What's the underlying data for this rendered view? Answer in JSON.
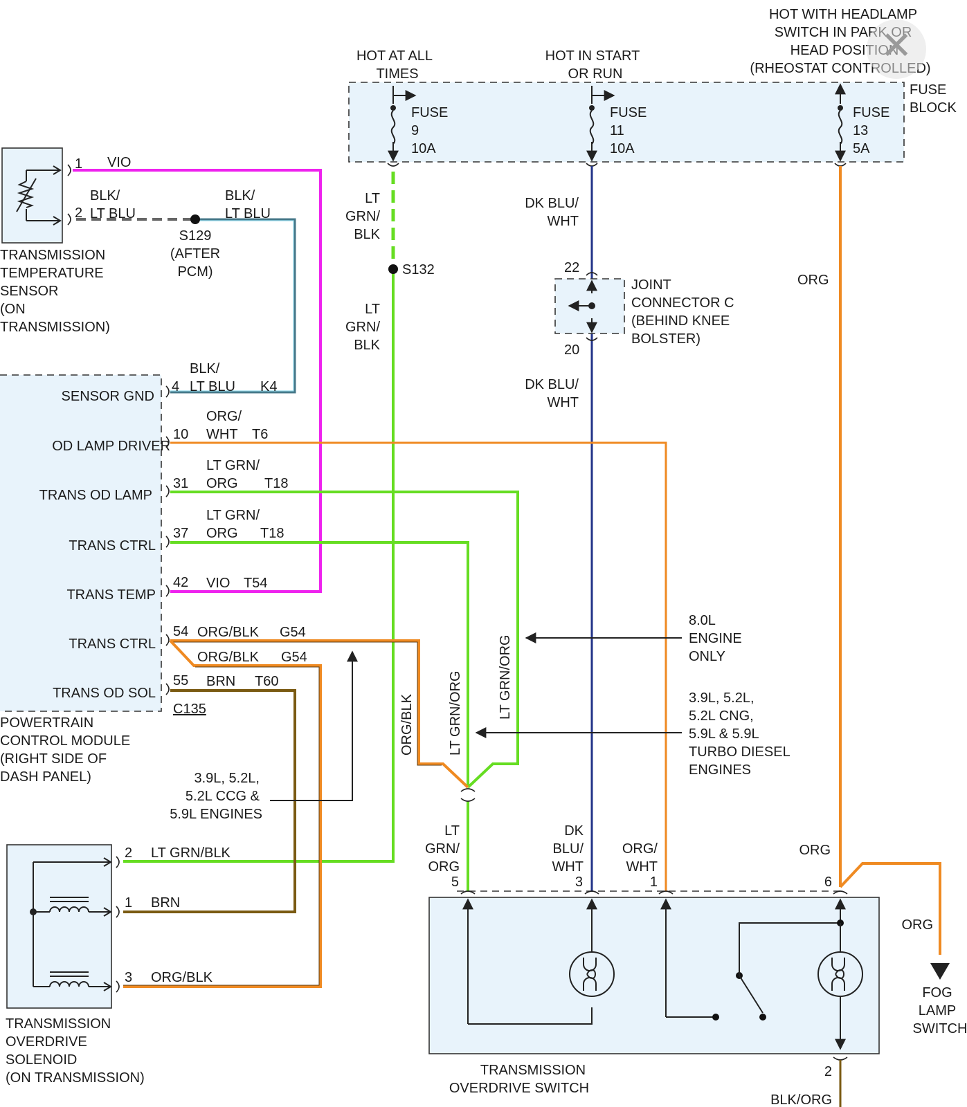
{
  "colors": {
    "vio": "#ee22ee",
    "lt_grn": "#66dd22",
    "org": "#ef8a22",
    "dk_blu": "#223388",
    "brn": "#7a5a12",
    "blk_lt_blu_dash": "#666666",
    "blk_lt_blu": "#447788",
    "panel_fill": "#e8f3fb"
  },
  "fuse_block": {
    "label": [
      "FUSE",
      "BLOCK"
    ],
    "hot_all_times": [
      "HOT AT ALL",
      "TIMES"
    ],
    "hot_start_run": [
      "HOT IN START",
      "OR RUN"
    ],
    "hot_headlamp": [
      "HOT WITH HEADLAMP",
      "SWITCH IN PARK OR",
      "HEAD POSITION",
      "(RHEOSTAT CONTROLLED)"
    ],
    "fuses": [
      {
        "lines": [
          "FUSE",
          "9",
          "10A"
        ]
      },
      {
        "lines": [
          "FUSE",
          "11",
          "10A"
        ]
      },
      {
        "lines": [
          "FUSE",
          "13",
          "5A"
        ]
      }
    ]
  },
  "temp_sensor": {
    "label": [
      "TRANSMISSION",
      "TEMPERATURE",
      "SENSOR",
      "(ON",
      "TRANSMISSION)"
    ],
    "pin1": "1",
    "pin2": "2",
    "wire_vio": "VIO",
    "wire_blk_lt_blu_1": [
      "BLK/",
      "LT BLU"
    ],
    "wire_blk_lt_blu_2": [
      "BLK/",
      "LT BLU"
    ],
    "splice_s129": [
      "S129",
      "(AFTER",
      "PCM)"
    ]
  },
  "wires": {
    "lt_grn_blk_upper": [
      "LT",
      "GRN/",
      "BLK"
    ],
    "lt_grn_blk_lower": [
      "LT",
      "GRN/",
      "BLK"
    ],
    "splice_s132": "S132",
    "dk_blu_wht_upper": [
      "DK BLU/",
      "WHT"
    ],
    "dk_blu_wht_lower": [
      "DK BLU/",
      "WHT"
    ],
    "org_right": "ORG",
    "org_blk_vertical": "ORG/BLK",
    "lt_grn_org_vertical_1": "LT GRN/ORG",
    "lt_grn_org_vertical_2": "LT GRN/ORG"
  },
  "joint_connector": {
    "label": [
      "JOINT",
      "CONNECTOR C",
      "(BEHIND KNEE",
      "BOLSTER)"
    ],
    "pin_top": "22",
    "pin_bottom": "20"
  },
  "pcm": {
    "label": [
      "POWERTRAIN",
      "CONTROL MODULE",
      "(RIGHT SIDE OF",
      "DASH PANEL)"
    ],
    "connector": "C135",
    "pins": [
      {
        "name": "SENSOR GND",
        "pin": "4",
        "wire": [
          "BLK/",
          "LT BLU"
        ],
        "circuit": "K4"
      },
      {
        "name": "OD LAMP DRIVER",
        "pin": "10",
        "wire": [
          "ORG/",
          "WHT"
        ],
        "circuit": "T6"
      },
      {
        "name": "TRANS OD LAMP",
        "pin": "31",
        "wire": [
          "LT GRN/",
          "ORG"
        ],
        "circuit": "T18"
      },
      {
        "name": "TRANS CTRL",
        "pin": "37",
        "wire": [
          "LT GRN/",
          "ORG"
        ],
        "circuit": "T18"
      },
      {
        "name": "TRANS TEMP",
        "pin": "42",
        "wire": [
          "VIO"
        ],
        "circuit": "T54"
      },
      {
        "name": "TRANS CTRL",
        "pin": "54",
        "wire": [
          "ORG/BLK"
        ],
        "circuit": "G54"
      },
      {
        "name": "TRANS OD SOL",
        "pin": "55",
        "wire": [
          "BRN"
        ],
        "circuit": "T60"
      }
    ],
    "alt_wire": "ORG/BLK",
    "alt_circuit": "G54"
  },
  "notes": {
    "engines_a": [
      "3.9L, 5.2L,",
      "5.2L CCG &",
      "5.9L ENGINES"
    ],
    "engine_8l": [
      "8.0L",
      "ENGINE",
      "ONLY"
    ],
    "engines_b": [
      "3.9L, 5.2L,",
      "5.2L CNG,",
      "5.9L & 5.9L",
      "TURBO DIESEL",
      "ENGINES"
    ]
  },
  "solenoid": {
    "label": [
      "TRANSMISSION",
      "OVERDRIVE",
      "SOLENOID",
      "(ON TRANSMISSION)"
    ],
    "pins": [
      {
        "pin": "2",
        "wire": "LT GRN/BLK"
      },
      {
        "pin": "1",
        "wire": "BRN"
      },
      {
        "pin": "3",
        "wire": "ORG/BLK"
      }
    ]
  },
  "od_switch": {
    "label": [
      "TRANSMISSION",
      "OVERDRIVE SWITCH"
    ],
    "pin5": "5",
    "pin5_wire": [
      "LT",
      "GRN/",
      "ORG"
    ],
    "pin3": "3",
    "pin3_wire": [
      "DK",
      "BLU/",
      "WHT"
    ],
    "pin1": "1",
    "pin1_wire": [
      "ORG/",
      "WHT"
    ],
    "pin6": "6",
    "pin6_wire": "ORG",
    "pin2": "2",
    "pin2_wire": "BLK/ORG"
  },
  "fog_lamp": {
    "wire": "ORG",
    "label": [
      "FOG",
      "LAMP",
      "SWITCH"
    ]
  },
  "close_button": "✕"
}
